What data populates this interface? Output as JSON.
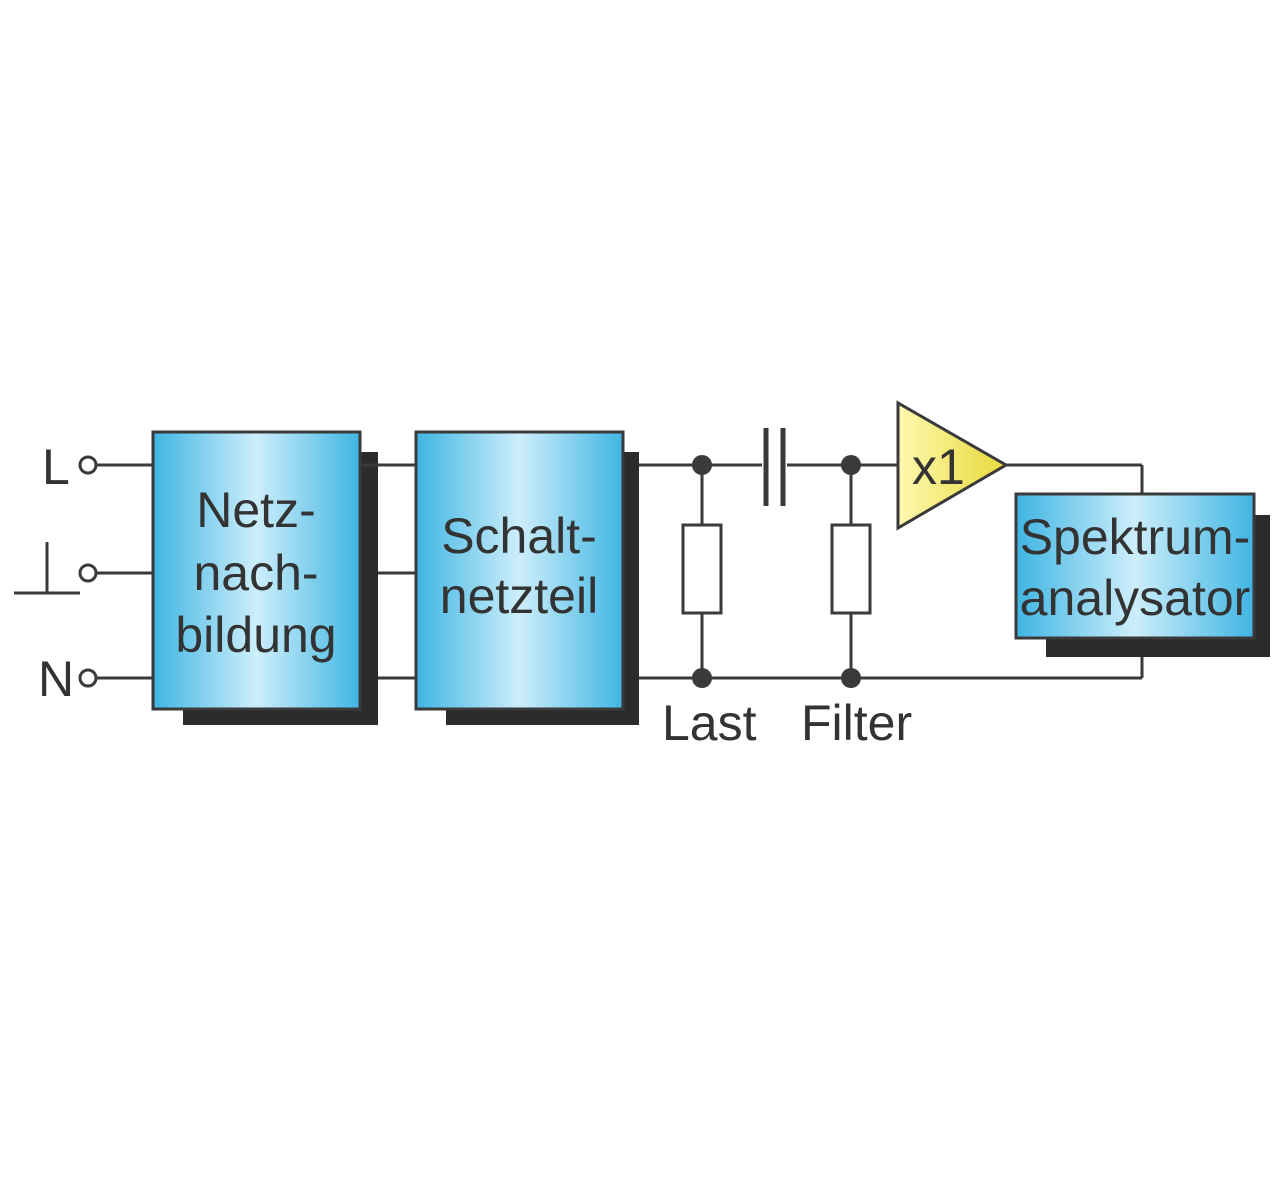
{
  "terminals": {
    "l": "L",
    "n": "N"
  },
  "blocks": {
    "netznachbildung": [
      "Netz-",
      "nach-",
      "bildung"
    ],
    "schaltnetzteil": [
      "Schalt-",
      "netzteil"
    ],
    "spektrumanalysator": [
      "Spektrum-",
      "analysator"
    ]
  },
  "components": {
    "last": "Last",
    "filter": "Filter",
    "amplifier": "x1"
  },
  "colors": {
    "block_fill_center": "#cdeefb",
    "block_fill_edge": "#3fb5e3",
    "amplifier_fill": "#f7ee7a",
    "line": "#3a3a3a",
    "shadow": "#2b2b2b"
  }
}
